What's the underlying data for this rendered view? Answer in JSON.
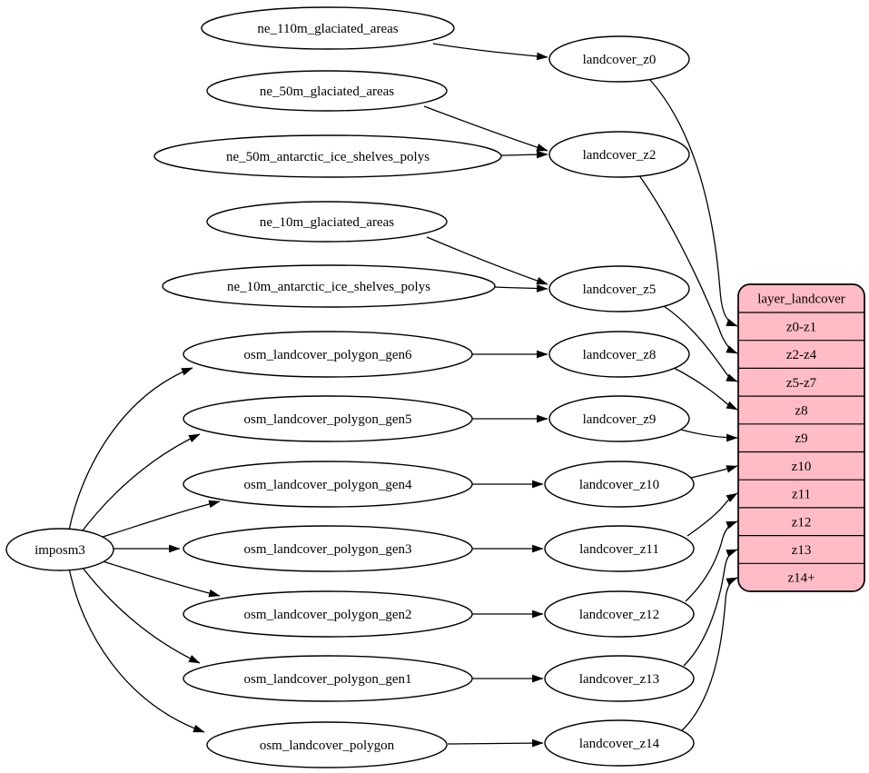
{
  "diagram": {
    "type": "graphviz-dependency-graph",
    "colors": {
      "background": "#ffffff",
      "node_fill": "#ffffff",
      "record_fill": "#ffbcc7",
      "stroke": "#000000",
      "text": "#000000"
    },
    "ellipse_nodes": [
      {
        "id": "imposm3",
        "label": "imposm3"
      },
      {
        "id": "ne_110m_glaciated_areas",
        "label": "ne_110m_glaciated_areas"
      },
      {
        "id": "ne_50m_glaciated_areas",
        "label": "ne_50m_glaciated_areas"
      },
      {
        "id": "ne_50m_antarctic_ice_shelves_polys",
        "label": "ne_50m_antarctic_ice_shelves_polys"
      },
      {
        "id": "ne_10m_glaciated_areas",
        "label": "ne_10m_glaciated_areas"
      },
      {
        "id": "ne_10m_antarctic_ice_shelves_polys",
        "label": "ne_10m_antarctic_ice_shelves_polys"
      },
      {
        "id": "osm_landcover_polygon_gen6",
        "label": "osm_landcover_polygon_gen6"
      },
      {
        "id": "osm_landcover_polygon_gen5",
        "label": "osm_landcover_polygon_gen5"
      },
      {
        "id": "osm_landcover_polygon_gen4",
        "label": "osm_landcover_polygon_gen4"
      },
      {
        "id": "osm_landcover_polygon_gen3",
        "label": "osm_landcover_polygon_gen3"
      },
      {
        "id": "osm_landcover_polygon_gen2",
        "label": "osm_landcover_polygon_gen2"
      },
      {
        "id": "osm_landcover_polygon_gen1",
        "label": "osm_landcover_polygon_gen1"
      },
      {
        "id": "osm_landcover_polygon",
        "label": "osm_landcover_polygon"
      },
      {
        "id": "landcover_z0",
        "label": "landcover_z0"
      },
      {
        "id": "landcover_z2",
        "label": "landcover_z2"
      },
      {
        "id": "landcover_z5",
        "label": "landcover_z5"
      },
      {
        "id": "landcover_z8",
        "label": "landcover_z8"
      },
      {
        "id": "landcover_z9",
        "label": "landcover_z9"
      },
      {
        "id": "landcover_z10",
        "label": "landcover_z10"
      },
      {
        "id": "landcover_z11",
        "label": "landcover_z11"
      },
      {
        "id": "landcover_z12",
        "label": "landcover_z12"
      },
      {
        "id": "landcover_z13",
        "label": "landcover_z13"
      },
      {
        "id": "landcover_z14",
        "label": "landcover_z14"
      }
    ],
    "record_node": {
      "id": "layer_landcover",
      "title": "layer_landcover",
      "rows": [
        "z0-z1",
        "z2-z4",
        "z5-z7",
        "z8",
        "z9",
        "z10",
        "z11",
        "z12",
        "z13",
        "z14+"
      ]
    },
    "edges": [
      {
        "from": "imposm3",
        "to": "osm_landcover_polygon_gen6"
      },
      {
        "from": "imposm3",
        "to": "osm_landcover_polygon_gen5"
      },
      {
        "from": "imposm3",
        "to": "osm_landcover_polygon_gen4"
      },
      {
        "from": "imposm3",
        "to": "osm_landcover_polygon_gen3"
      },
      {
        "from": "imposm3",
        "to": "osm_landcover_polygon_gen2"
      },
      {
        "from": "imposm3",
        "to": "osm_landcover_polygon_gen1"
      },
      {
        "from": "imposm3",
        "to": "osm_landcover_polygon"
      },
      {
        "from": "ne_110m_glaciated_areas",
        "to": "landcover_z0"
      },
      {
        "from": "ne_50m_glaciated_areas",
        "to": "landcover_z2"
      },
      {
        "from": "ne_50m_antarctic_ice_shelves_polys",
        "to": "landcover_z2"
      },
      {
        "from": "ne_10m_glaciated_areas",
        "to": "landcover_z5"
      },
      {
        "from": "ne_10m_antarctic_ice_shelves_polys",
        "to": "landcover_z5"
      },
      {
        "from": "osm_landcover_polygon_gen6",
        "to": "landcover_z8"
      },
      {
        "from": "osm_landcover_polygon_gen5",
        "to": "landcover_z9"
      },
      {
        "from": "osm_landcover_polygon_gen4",
        "to": "landcover_z10"
      },
      {
        "from": "osm_landcover_polygon_gen3",
        "to": "landcover_z11"
      },
      {
        "from": "osm_landcover_polygon_gen2",
        "to": "landcover_z12"
      },
      {
        "from": "osm_landcover_polygon_gen1",
        "to": "landcover_z13"
      },
      {
        "from": "osm_landcover_polygon",
        "to": "landcover_z14"
      },
      {
        "from": "landcover_z0",
        "to": "layer_landcover:z0-z1"
      },
      {
        "from": "landcover_z2",
        "to": "layer_landcover:z2-z4"
      },
      {
        "from": "landcover_z5",
        "to": "layer_landcover:z5-z7"
      },
      {
        "from": "landcover_z8",
        "to": "layer_landcover:z8"
      },
      {
        "from": "landcover_z9",
        "to": "layer_landcover:z9"
      },
      {
        "from": "landcover_z10",
        "to": "layer_landcover:z10"
      },
      {
        "from": "landcover_z11",
        "to": "layer_landcover:z11"
      },
      {
        "from": "landcover_z12",
        "to": "layer_landcover:z12"
      },
      {
        "from": "landcover_z13",
        "to": "layer_landcover:z13"
      },
      {
        "from": "landcover_z14",
        "to": "layer_landcover:z14+"
      }
    ]
  }
}
